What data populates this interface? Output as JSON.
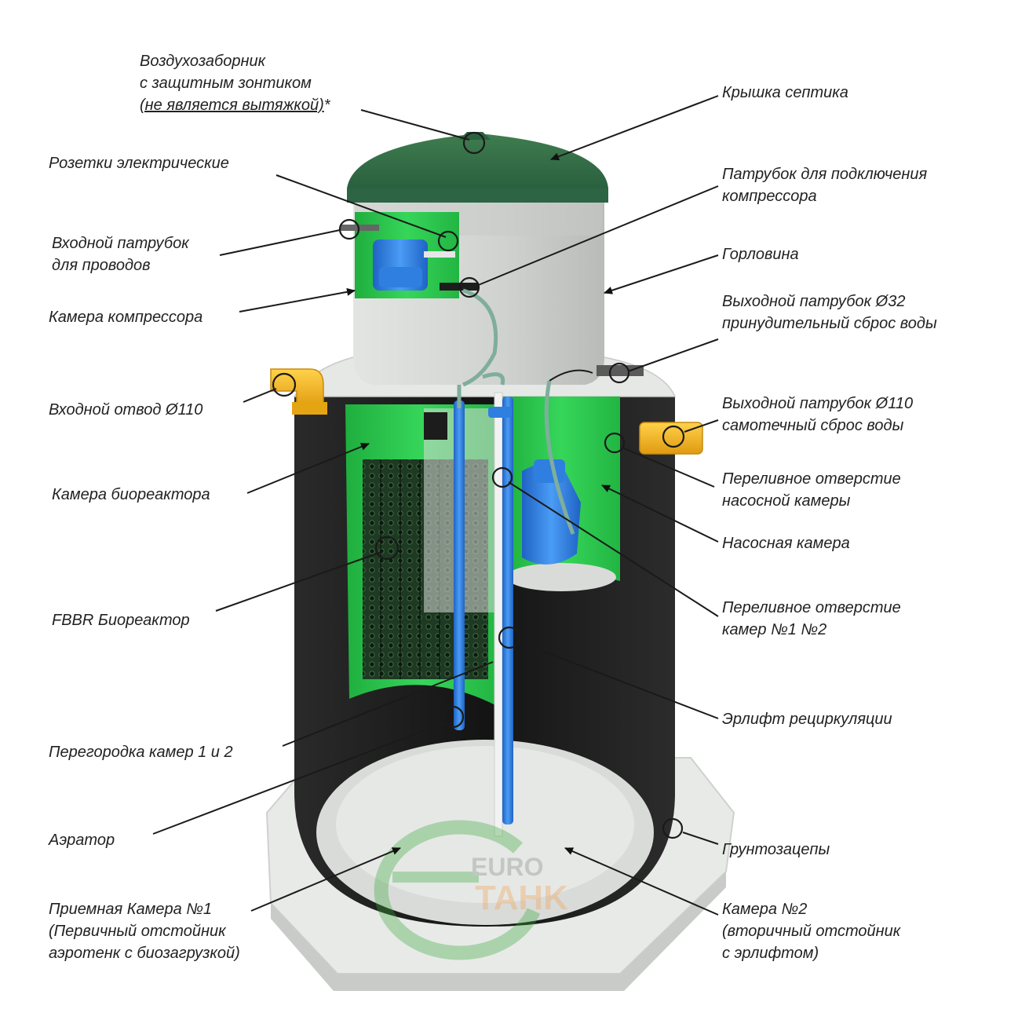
{
  "labels": {
    "air_intake": {
      "line1": "Воздухозаборник",
      "line2": "с защитным зонтиком",
      "line3_underlined": "(не является вытяжкой)",
      "line3_suffix": "*"
    },
    "sockets": "Розетки электрические",
    "wire_inlet": {
      "line1": "Входной патрубок",
      "line2": "для проводов"
    },
    "compressor_chamber": "Камера компрессора",
    "inlet_elbow": "Входной отвод Ø110",
    "bioreactor_chamber": "Камера биореактора",
    "fbbr": "FBBR Биореактор",
    "partition": "Перегородка камер 1 и 2",
    "aerator": "Аэратор",
    "receiving_chamber": {
      "line1": "Приемная Камера №1",
      "line2": "(Первичный отстойник",
      "line3": "аэротенк с биозагрузкой)"
    },
    "lid": "Крышка септика",
    "compressor_pipe": {
      "line1": "Патрубок для подключения",
      "line2": "компрессора"
    },
    "neck": "Горловина",
    "outlet32": {
      "line1": "Выходной патрубок Ø32",
      "line2": "принудительный сброс воды"
    },
    "outlet110": {
      "line1": "Выходной патрубок Ø110",
      "line2": "самотечный сброс воды"
    },
    "pump_overflow": {
      "line1": "Переливное отверстие",
      "line2": "насосной камеры"
    },
    "pump_chamber": "Насосная камера",
    "overflow12": {
      "line1": "Переливное отверстие",
      "line2": "камер №1 №2"
    },
    "airlift": "Эрлифт рециркуляции",
    "ground_anchors": "Грунтозацепы",
    "chamber2": {
      "line1": "Камера №2",
      "line2": "(вторичный отстойник",
      "line3": "с эрлифтом)"
    }
  },
  "logo": {
    "top": "EURO",
    "bottom": "TAHK"
  },
  "colors": {
    "lid_green": "#2f6b3f",
    "chamber_green": "#29c24a",
    "tank_black": "#1c1c1c",
    "neck_gray": "#d2d4d2",
    "pipe_blue": "#2f7fe0",
    "fitting_yellow": "#f2b020",
    "base_white": "#eceeec"
  }
}
